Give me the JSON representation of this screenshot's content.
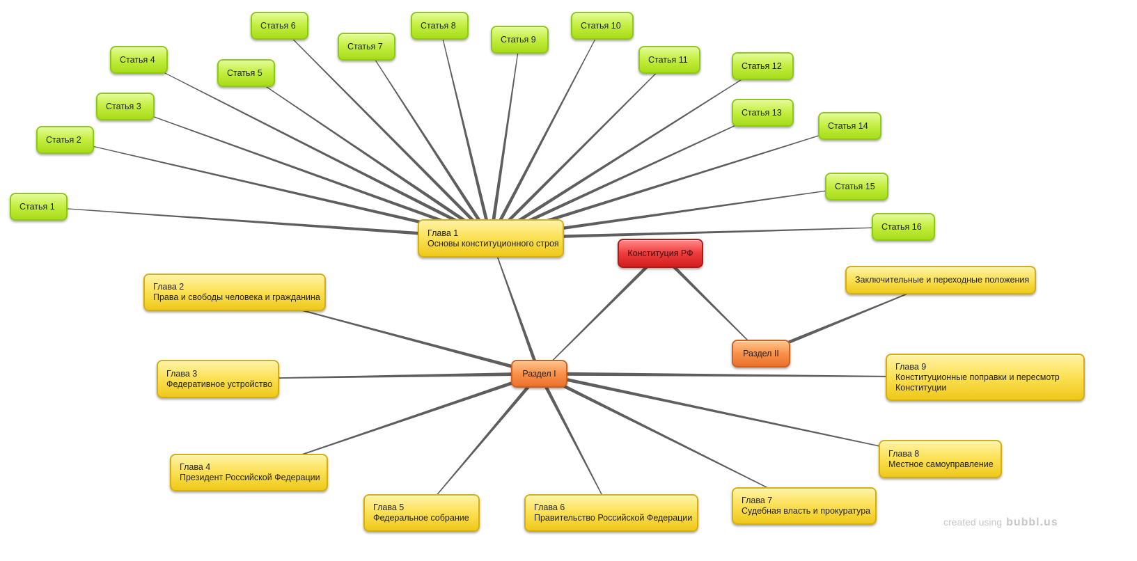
{
  "diagram": {
    "root": {
      "id": "root",
      "style": "red",
      "lines": [
        "Конституция РФ"
      ]
    },
    "nodes": [
      {
        "id": "razdel1",
        "style": "orange",
        "lines": [
          "Раздел I"
        ]
      },
      {
        "id": "razdel2",
        "style": "orange",
        "lines": [
          "Раздел II"
        ]
      },
      {
        "id": "glava1",
        "style": "yellow",
        "lines": [
          "Глава 1",
          "Основы конституционного строя"
        ]
      },
      {
        "id": "glava2",
        "style": "yellow",
        "lines": [
          "Глава 2",
          "Права и свободы человека и гражданина"
        ]
      },
      {
        "id": "glava3",
        "style": "yellow",
        "lines": [
          "Глава 3",
          "Федеративное устройство"
        ]
      },
      {
        "id": "glava4",
        "style": "yellow",
        "lines": [
          "Глава 4",
          "Президент Российской Федерации"
        ]
      },
      {
        "id": "glava5",
        "style": "yellow",
        "lines": [
          "Глава 5",
          "Федеральное собрание"
        ]
      },
      {
        "id": "glava6",
        "style": "yellow",
        "lines": [
          "Глава 6",
          "Правительство Российской Федерации"
        ]
      },
      {
        "id": "glava7",
        "style": "yellow",
        "lines": [
          "Глава 7",
          "Судебная власть и прокуратура"
        ]
      },
      {
        "id": "glava8",
        "style": "yellow",
        "lines": [
          "Глава 8",
          "Местное самоуправление"
        ]
      },
      {
        "id": "glava9",
        "style": "yellow",
        "lines": [
          "Глава 9",
          "Конституционные поправки и пересмотр",
          "Конституции"
        ]
      },
      {
        "id": "zakl",
        "style": "yellow",
        "lines": [
          "Заключительные и переходные положения"
        ]
      },
      {
        "id": "st1",
        "style": "green",
        "lines": [
          "Статья 1"
        ]
      },
      {
        "id": "st2",
        "style": "green",
        "lines": [
          "Статья 2"
        ]
      },
      {
        "id": "st3",
        "style": "green",
        "lines": [
          "Статья 3"
        ]
      },
      {
        "id": "st4",
        "style": "green",
        "lines": [
          "Статья 4"
        ]
      },
      {
        "id": "st5",
        "style": "green",
        "lines": [
          "Статья 5"
        ]
      },
      {
        "id": "st6",
        "style": "green",
        "lines": [
          "Статья 6"
        ]
      },
      {
        "id": "st7",
        "style": "green",
        "lines": [
          "Статья 7"
        ]
      },
      {
        "id": "st8",
        "style": "green",
        "lines": [
          "Статья 8"
        ]
      },
      {
        "id": "st9",
        "style": "green",
        "lines": [
          "Статья 9"
        ]
      },
      {
        "id": "st10",
        "style": "green",
        "lines": [
          "Статья 10"
        ]
      },
      {
        "id": "st11",
        "style": "green",
        "lines": [
          "Статья 11"
        ]
      },
      {
        "id": "st12",
        "style": "green",
        "lines": [
          "Статья 12"
        ]
      },
      {
        "id": "st13",
        "style": "green",
        "lines": [
          "Статья 13"
        ]
      },
      {
        "id": "st14",
        "style": "green",
        "lines": [
          "Статья 14"
        ]
      },
      {
        "id": "st15",
        "style": "green",
        "lines": [
          "Статья 15"
        ]
      },
      {
        "id": "st16",
        "style": "green",
        "lines": [
          "Статья 16"
        ]
      }
    ],
    "edges": [
      [
        "root",
        "razdel1"
      ],
      [
        "root",
        "razdel2"
      ],
      [
        "razdel2",
        "zakl"
      ],
      [
        "razdel1",
        "glava1"
      ],
      [
        "razdel1",
        "glava2"
      ],
      [
        "razdel1",
        "glava3"
      ],
      [
        "razdel1",
        "glava4"
      ],
      [
        "razdel1",
        "glava5"
      ],
      [
        "razdel1",
        "glava6"
      ],
      [
        "razdel1",
        "glava7"
      ],
      [
        "razdel1",
        "glava8"
      ],
      [
        "razdel1",
        "glava9"
      ],
      [
        "glava1",
        "st1"
      ],
      [
        "glava1",
        "st2"
      ],
      [
        "glava1",
        "st3"
      ],
      [
        "glava1",
        "st4"
      ],
      [
        "glava1",
        "st5"
      ],
      [
        "glava1",
        "st6"
      ],
      [
        "glava1",
        "st7"
      ],
      [
        "glava1",
        "st8"
      ],
      [
        "glava1",
        "st9"
      ],
      [
        "glava1",
        "st10"
      ],
      [
        "glava1",
        "st11"
      ],
      [
        "glava1",
        "st12"
      ],
      [
        "glava1",
        "st13"
      ],
      [
        "glava1",
        "st14"
      ],
      [
        "glava1",
        "st15"
      ],
      [
        "glava1",
        "st16"
      ]
    ],
    "colors": {
      "edge": "#5e5e5e",
      "green": "#c3ee3e",
      "yellow": "#fbe052",
      "orange": "#f9914a",
      "red": "#ef3b3b"
    }
  },
  "watermark": {
    "prefix": "created using",
    "brand": "bubbl.us"
  }
}
